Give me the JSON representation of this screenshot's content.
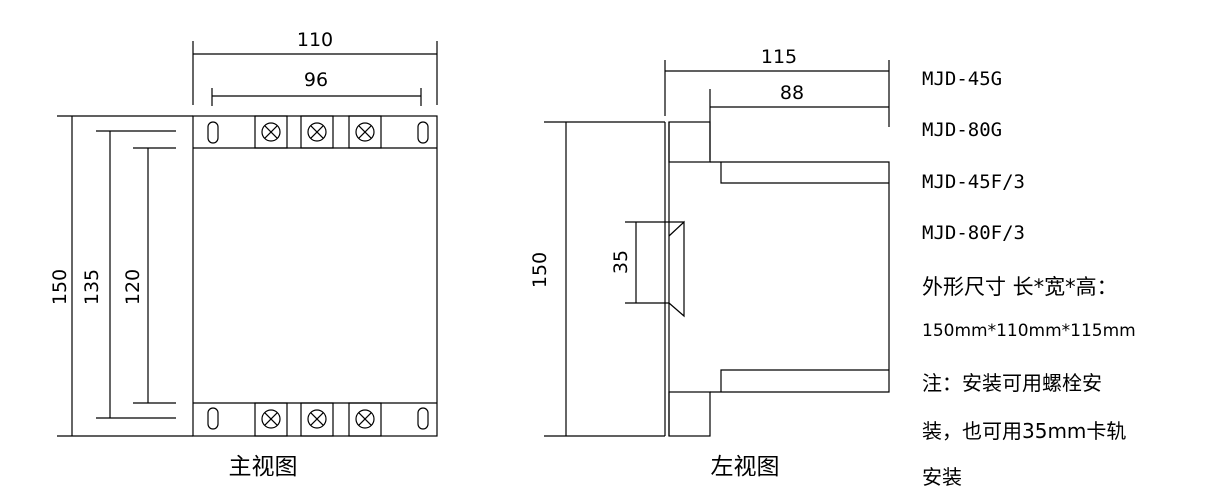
{
  "front_view": {
    "caption": "主视图",
    "dim_width_outer": "110",
    "dim_width_inner": "96",
    "dim_height_total": "150",
    "dim_height_mount": "135",
    "dim_height_body": "120"
  },
  "side_view": {
    "caption": "左视图",
    "dim_depth_total": "115",
    "dim_depth_body": "88",
    "dim_height_total": "150",
    "dim_rail": "35"
  },
  "models": [
    "MJD-45G",
    "MJD-80G",
    "MJD-45F/3",
    "MJD-80F/3"
  ],
  "dimensions_label": "外形尺寸 长*宽*高：",
  "dimensions_value": "150mm*110mm*115mm",
  "note_lines": [
    "注：安装可用螺栓安",
    "装，也可用35mm卡轨",
    "安装"
  ]
}
